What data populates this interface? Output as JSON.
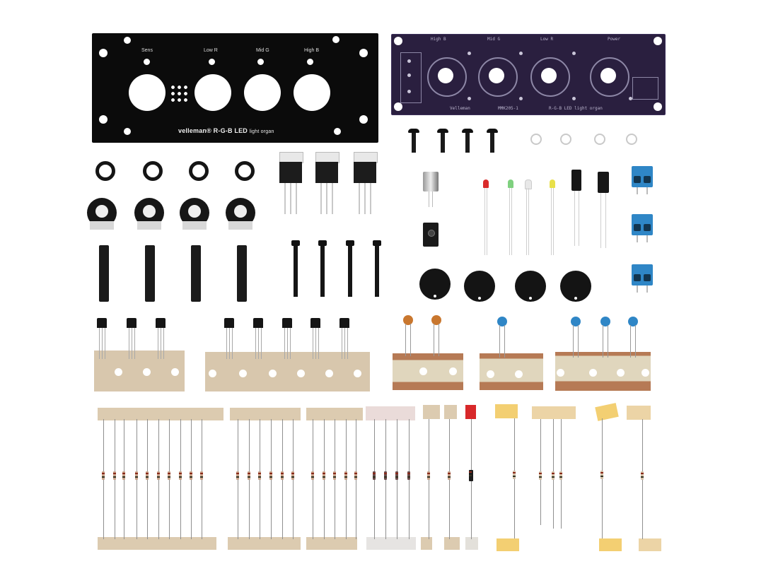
{
  "scene": {
    "title": "Velleman R-G-B LED light organ kit components",
    "background": "#ffffff"
  },
  "front_panel": {
    "labels": [
      "Sens",
      "Low R",
      "Mid G",
      "High B"
    ],
    "brand": "velleman",
    "product": "R-G-B LED",
    "product_sub": "light organ",
    "color": "#0b0b0b"
  },
  "pcb": {
    "labels_top": [
      "High B",
      "Mid G",
      "Low R",
      "Power"
    ],
    "labels_bottom": [
      "Velleman",
      "MMK205-1",
      "R-G-B LED light organ"
    ],
    "color": "#2a1f3f"
  },
  "components": {
    "washers": 4,
    "trim_potentiometers": 4,
    "pot_shafts": 4,
    "to220_regulators": 3,
    "long_bolts": 4,
    "self_tapping_screws": 4,
    "nuts": 4,
    "microphone": 1,
    "dc_jack": 1,
    "leds": [
      {
        "color": "red",
        "hex": "#d92b2b"
      },
      {
        "color": "green",
        "hex": "#7fd07f"
      },
      {
        "color": "white",
        "hex": "#e8e8e8"
      },
      {
        "color": "yellow",
        "hex": "#e8e04a"
      }
    ],
    "electrolytic_capacitors": 2,
    "terminal_blocks": {
      "count": 3,
      "hex": "#2f86c6"
    },
    "knobs": 4,
    "transistor_strips": [
      3,
      5
    ],
    "ceramic_capacitors": [
      {
        "count": 2,
        "hex": "#c9772e"
      },
      {
        "count": 1,
        "hex": "#2f86c6"
      },
      {
        "count": 3,
        "hex": "#2f86c6"
      }
    ],
    "resistor_groups": [
      10,
      6,
      5,
      4,
      1,
      1
    ],
    "diode": {
      "count": 1,
      "tag_hex": "#d8282a"
    },
    "loose_resistor_groups": [
      1,
      3,
      1,
      1
    ]
  }
}
